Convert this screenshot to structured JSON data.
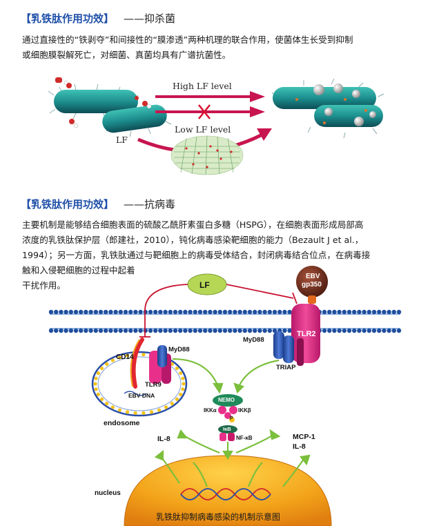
{
  "section1": {
    "bracket_open": "【",
    "title": "乳铁肽作用功效",
    "bracket_close": "】",
    "dash": "——",
    "subtitle": "抑杀菌",
    "paragraph_lines": [
      "通过直接性的“铁剥夺”和间接性的“膜渗透”两种机理的联合作用，使菌体生长受到抑制",
      "或细胞膜裂解死亡，对细菌、真菌均具有广谱抗菌性。"
    ]
  },
  "figure1": {
    "high_label": "High   LF   level",
    "low_label": "Low   LF   level",
    "lf_label": "LF",
    "colors": {
      "arrow": "#c8154f",
      "cross": "#d8102e",
      "bacteria": "#1d8f8f"
    }
  },
  "section2": {
    "bracket_open": "【",
    "title": "乳铁肽作用功效",
    "bracket_close": "】",
    "dash": "——",
    "subtitle": "抗病毒",
    "paragraph_lines": [
      "主要机制是能够结合细胞表面的硫酸乙酰肝素蛋白多糖（HSPG），在细胞表面形成局部高",
      "浓度的乳铁肽保护层（郎建社，2010），钝化病毒感染靶细胞的能力（Bezault J et al.，",
      "1994）；另一方面，乳铁肽通过与靶细胞上的病毒受体结合，封闭病毒结合位点，在病毒接",
      "触和入侵靶细胞的过程中起着",
      "干扰作用。"
    ]
  },
  "figure2": {
    "lf": "LF",
    "ebv_line1": "EBV",
    "ebv_line2": "gp350",
    "tlr2": "TLR2",
    "myd88_right": "MyD88",
    "triap": "TRIAP",
    "cd14": "CD14",
    "myd88_left": "MyD88",
    "tlr9": "TLR9",
    "ebv_dna": "EBV DNA",
    "endosome": "endosome",
    "nemo": "NEMO",
    "ikka": "IKKα",
    "ikkb": "IKKβ",
    "p": "P",
    "ikb": "IκB",
    "nfkb": "NF-κB",
    "il8_left": "IL-8",
    "mcp1": "MCP-1",
    "il8_right": "IL-8",
    "nucleus": "nucleus",
    "caption": "乳铁肽抑制病毒感染的机制示意图",
    "colors": {
      "membrane": "#1f4e9e",
      "lf": "#b6d756",
      "ebv": "#6a2a1a",
      "tlr2": "#e8308a",
      "nucleus": "#f3a41a",
      "arrow": "#7bbf3c",
      "inhibit": "#c8102e"
    }
  }
}
